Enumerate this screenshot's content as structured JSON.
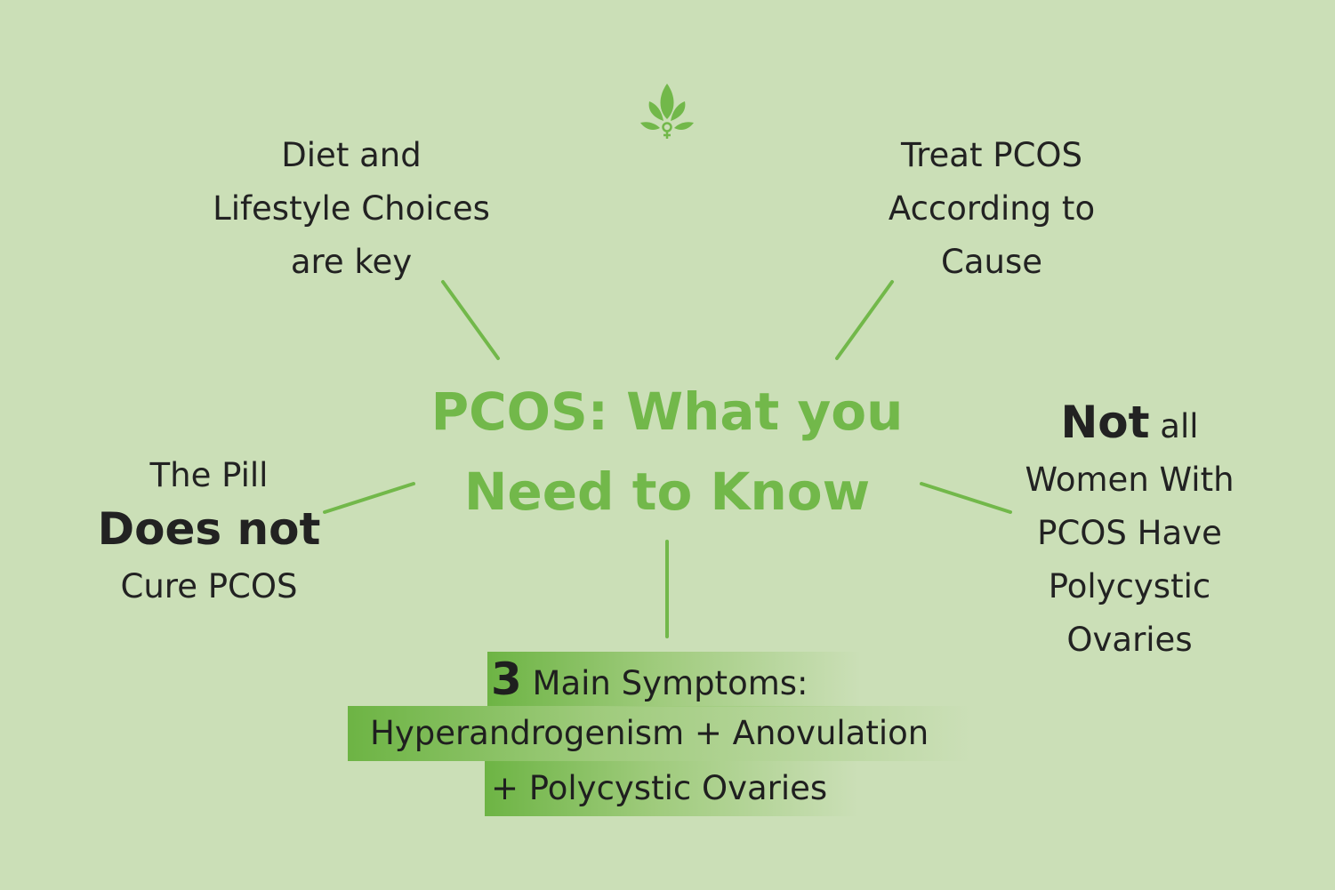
{
  "title": {
    "line1": "PCOS: What you",
    "line2": "Need to Know"
  },
  "colors": {
    "background": "#cbdfb7",
    "accent": "#72b84a",
    "text": "#222222"
  },
  "logo_icon": "lotus-female-symbol-icon",
  "nodes": {
    "top_left": {
      "lines": [
        "Diet and",
        "Lifestyle Choices",
        "are key"
      ]
    },
    "top_right": {
      "lines": [
        "Treat PCOS",
        "According to",
        "Cause"
      ]
    },
    "left": {
      "line1": "The Pill",
      "line2": "Does not",
      "line3": "Cure PCOS"
    },
    "right": {
      "emphasis": "Not",
      "line1_rest": " all",
      "lines": [
        "Women With",
        "PCOS Have",
        "Polycystic",
        "Ovaries"
      ]
    }
  },
  "symptoms": {
    "count": "3",
    "line1_rest": " Main Symptoms:",
    "line2": "Hyperandrogenism + Anovulation",
    "line3": "+ Polycystic Ovaries"
  }
}
